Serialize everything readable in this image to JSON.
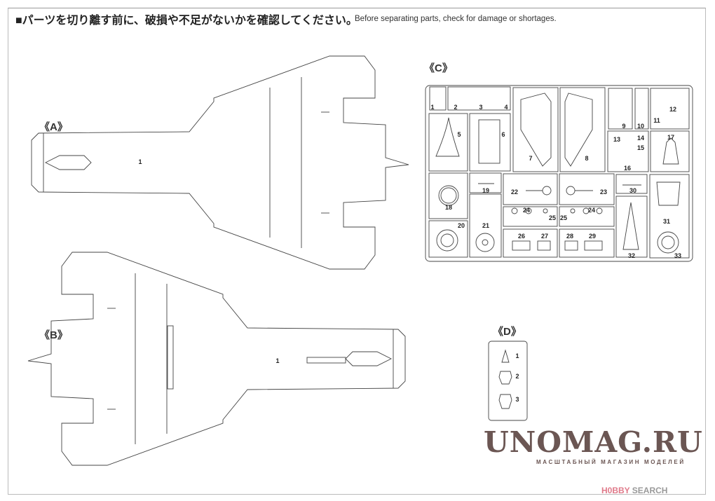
{
  "header": {
    "jp": "■パーツを切り離す前に、破損や不足がないかを確認してください。",
    "en": "Before separating parts, check for damage or shortages."
  },
  "sections": {
    "a": "《A》",
    "b": "《B》",
    "c": "《C》",
    "d": "《D》"
  },
  "sprue_a": {
    "part": "1"
  },
  "sprue_b": {
    "part": "1"
  },
  "sprue_c": {
    "parts": [
      "1",
      "2",
      "3",
      "4",
      "5",
      "6",
      "7",
      "8",
      "9",
      "10",
      "11",
      "12",
      "13",
      "14",
      "15",
      "16",
      "17",
      "18",
      "19",
      "20",
      "21",
      "22",
      "23",
      "24",
      "25",
      "25",
      "24",
      "26",
      "27",
      "28",
      "29",
      "30",
      "31",
      "32",
      "33"
    ]
  },
  "sprue_d": {
    "parts": [
      "1",
      "2",
      "3"
    ]
  },
  "watermark": {
    "title": "UNOMAG.RU",
    "subtitle": "МАСШТАБНЫЙ МАГАЗИН МОДЕЛЕЙ"
  },
  "credit": {
    "hobby": "H0BBY",
    "search": " SEARCH"
  }
}
